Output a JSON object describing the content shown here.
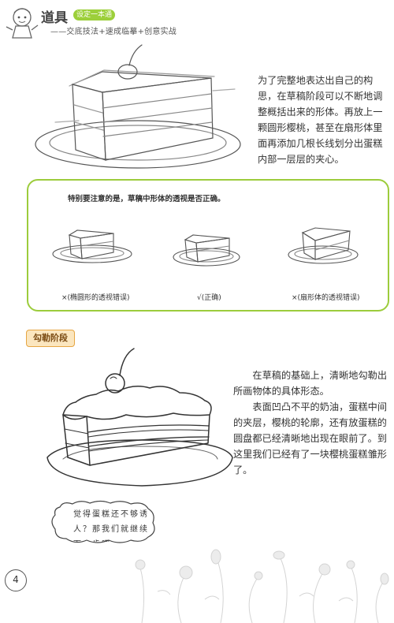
{
  "header": {
    "title": "道具",
    "badge": "设定一本通",
    "subtitle": "——交底技法+速成临摹+创意实战"
  },
  "sketch_stage": {
    "paragraph": "为了完整地表达出自己的构思，在草稿阶段可以不断地调整概括出来的形体。再放上一颗圆形樱桃，甚至在扇形体里面再添加几根长线划分出蛋糕内部一层层的夹心。"
  },
  "tip_box": {
    "note": "特别要注意的是，草稿中形体的透视是否正确。",
    "examples": [
      {
        "caption": "×(椭圆形的透视错误)"
      },
      {
        "caption": "√(正确)"
      },
      {
        "caption": "×(扇形体的透视错误)"
      }
    ]
  },
  "outline_stage": {
    "label": "勾勒阶段",
    "paragraph_1": "在草稿的基础上，清晰地勾勒出所画物体的具体形态。",
    "paragraph_2": "表面凹凸不平的奶油，蛋糕中间的夹层，樱桃的轮廓，还有放蛋糕的圆盘都已经清晰地出现在眼前了。到这里我们已经有了一块樱桃蛋糕雏形了。"
  },
  "bubble": {
    "text": "觉得蛋糕还不够诱人？那我们就继续下一步吧"
  },
  "footer": {
    "page_number": "4"
  }
}
